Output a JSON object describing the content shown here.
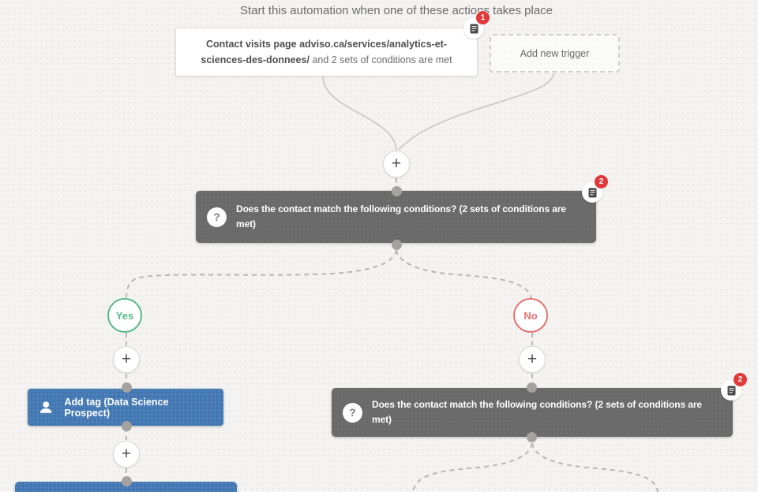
{
  "header": {
    "title": "Start this automation when one of these actions takes place"
  },
  "trigger_node": {
    "text_bold": "Contact visits page adviso.ca/services/analytics-et-sciences-des-donnees/",
    "text_regular": " and 2 sets of conditions are met",
    "badge_count": "1"
  },
  "add_trigger_button": {
    "label": "Add new trigger"
  },
  "condition_node_top": {
    "text": "Does the contact match the following conditions? (2 sets of conditions are met)",
    "badge_count": "2"
  },
  "condition_node_right": {
    "text": "Does the contact match the following conditions? (2 sets of conditions are met)",
    "badge_count": "2"
  },
  "branch_labels": {
    "yes": "Yes",
    "no": "No"
  },
  "add_tag_node": {
    "label": "Add tag (Data Science Prospect)"
  },
  "icons": {
    "plus": "+",
    "question": "?"
  },
  "colors": {
    "canvas_bg": "#f4f3f1",
    "condition_gray": "#6a6a6a",
    "action_blue": "#4478b3",
    "yes_green": "#56b98b",
    "no_red": "#e4716d",
    "badge_red": "#e03a3a"
  }
}
